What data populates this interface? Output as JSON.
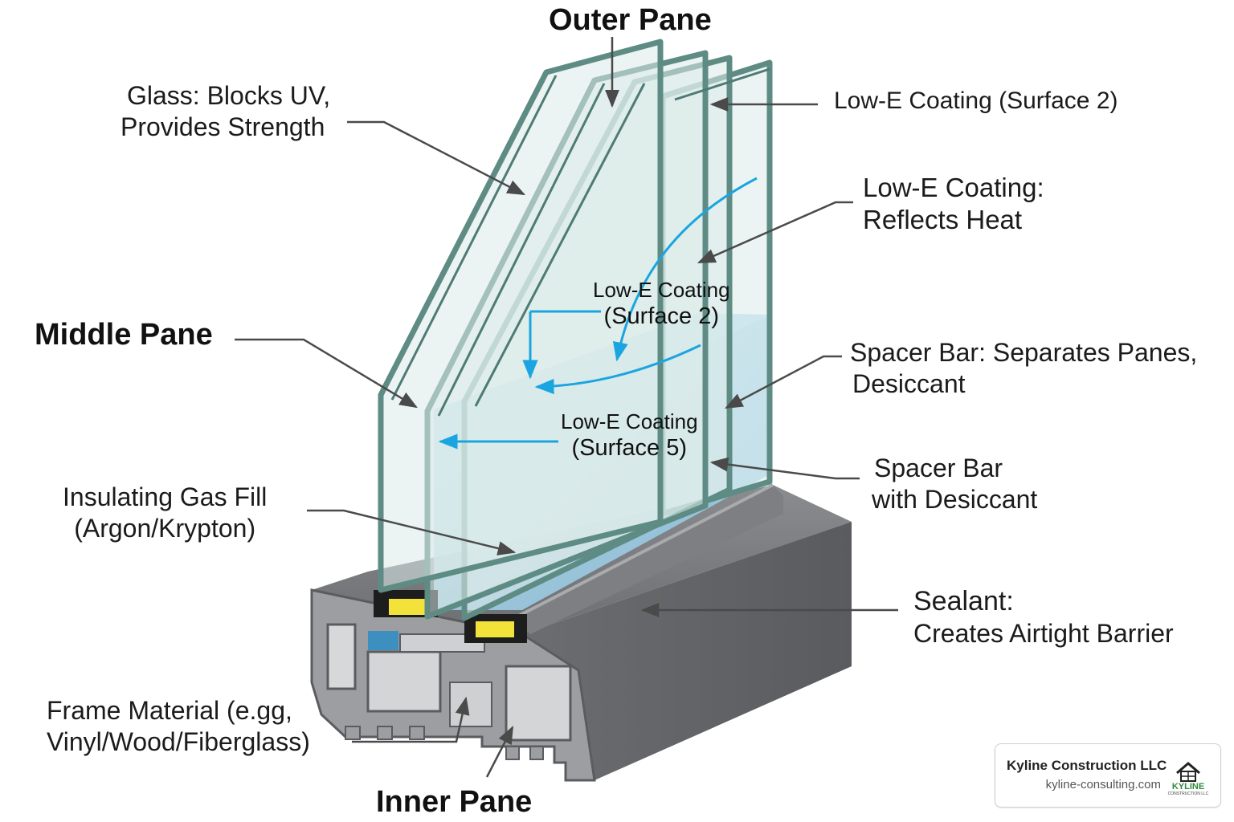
{
  "labels": {
    "outer_pane": "Outer Pane",
    "middle_pane": "Middle Pane",
    "inner_pane": "Inner Pane",
    "glass": [
      "Glass: Blocks UV,",
      "Provides Strength"
    ],
    "lowe_surface2_top": "Low-E Coating (Surface 2)",
    "lowe_reflects": [
      "Low-E Coating:",
      "Reflects Heat"
    ],
    "lowe_surface2_inner": [
      "Low-E Coating",
      "(Surface 2)"
    ],
    "spacer_separates": [
      "Spacer Bar: Separates Panes,",
      "Desiccant"
    ],
    "lowe_surface5_inner": [
      "Low-E Coating",
      "(Surface 5)"
    ],
    "spacer_desiccant": [
      "Spacer Bar",
      "with Desiccant"
    ],
    "insulating_gas": [
      "Insulating Gas Fill",
      "(Argon/Krypton)"
    ],
    "sealant": [
      "Sealant:",
      "Creates Airtight Barrier"
    ],
    "frame_material": [
      "Frame Material (e.gg,",
      "Vinyl/Wood/Fiberglass)"
    ]
  },
  "brand": {
    "name": "Kyline Construction LLC",
    "url": "kyline-consulting.com",
    "logo_text": "KYLINE",
    "logo_sub": "CONSTRUCTION LLC"
  },
  "colors": {
    "glass_edge": "#5e8c84",
    "glass_fill": "#dcebe9",
    "gas_fill": "#9fd0ea",
    "frame": "#6e7073",
    "frame_light": "#a7a9ac",
    "spacer_yellow": "#f2e23a",
    "arrow_blue": "#1aa5e0",
    "leader": "#4a4a4a",
    "brand_green": "#2e8b3a"
  }
}
